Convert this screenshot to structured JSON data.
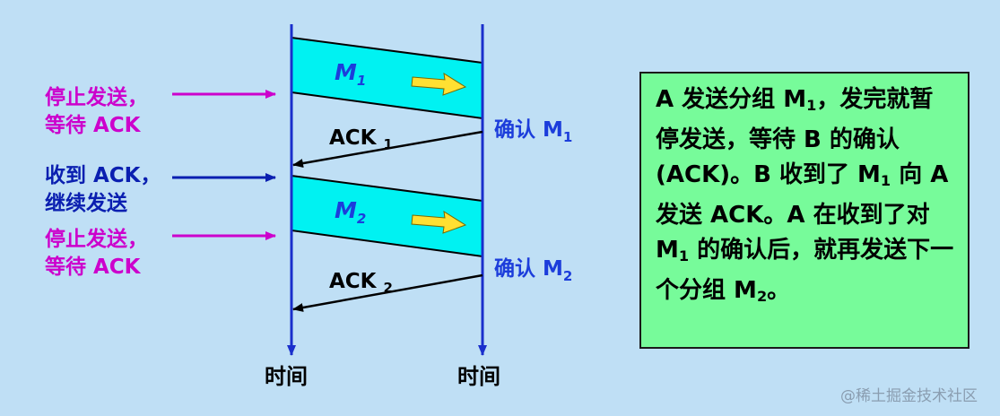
{
  "left_labels": {
    "stop_wait_1_line1": "停止发送，",
    "stop_wait_1_line2": "等待 ACK",
    "recv_continue_line1": "收到 ACK，",
    "recv_continue_line2": "继续发送",
    "stop_wait_2_line1": "停止发送，",
    "stop_wait_2_line2": "等待 ACK"
  },
  "messages": {
    "m1_main": "M",
    "m1_sub": "1",
    "m2_main": "M",
    "m2_sub": "2"
  },
  "acks": {
    "ack1_main": "ACK ",
    "ack1_sub": "1",
    "ack2_main": "ACK ",
    "ack2_sub": "2"
  },
  "right_labels": {
    "confirm1_text": "确认 M",
    "confirm1_sub": "1",
    "confirm2_text": "确认 M",
    "confirm2_sub": "2"
  },
  "time_labels": {
    "left": "时间",
    "right": "时间"
  },
  "note": {
    "p1": "A 发送分组 M",
    "p1_sub": "1",
    "p2": "，发完就暂停发送，等待 B 的确认 (ACK)。B 收到了 M",
    "p2_sub": "1",
    "p3": " 向 A 发送  ACK。A 在收到了对 M",
    "p3_sub": "1",
    "p4": " 的确认后，就再发送下一个分组  M",
    "p4_sub": "2",
    "p5": "。"
  },
  "watermark": "@稀土掘金技术社区",
  "colors": {
    "background": "#bfdff5",
    "timeline": "#1a2fcc",
    "packet_fill": "#00f2f2",
    "magenta": "#cc00cc",
    "navy": "#0a1fb0",
    "note_fill": "#77fb9a"
  }
}
